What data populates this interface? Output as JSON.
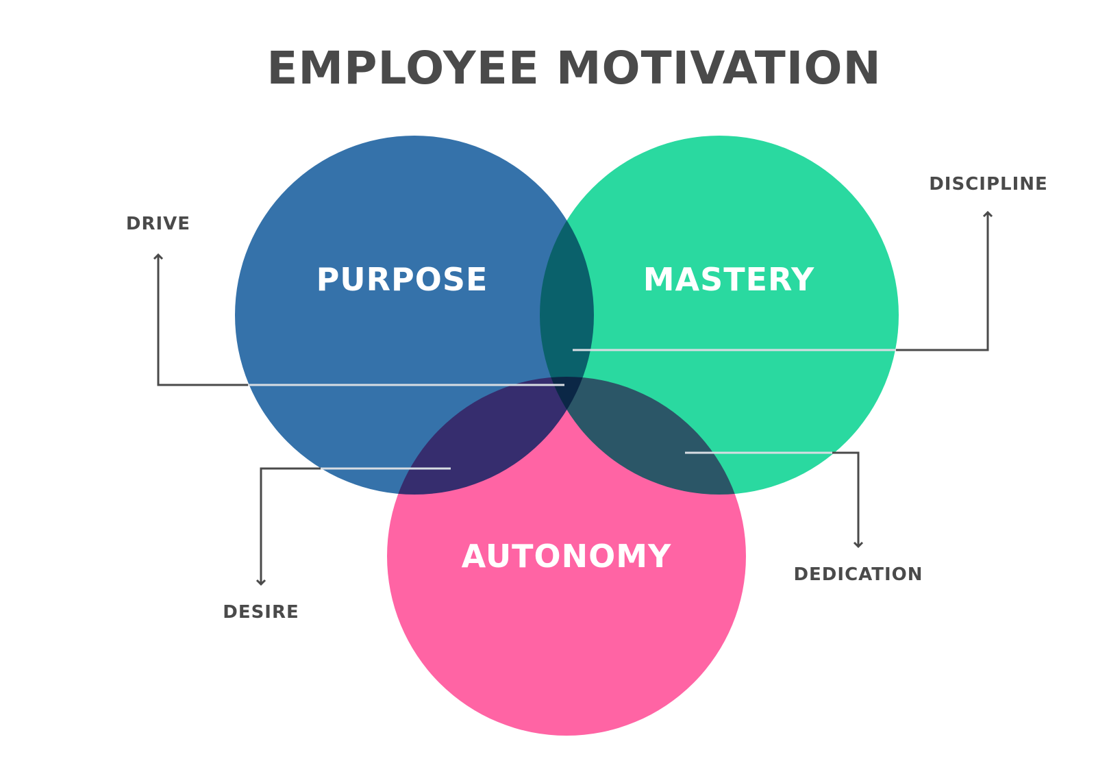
{
  "title": "EMPLOYEE MOTIVATION",
  "circles": {
    "purpose": {
      "label": "PURPOSE",
      "color": "#2a6aa5"
    },
    "mastery": {
      "label": "MASTERY",
      "color": "#1fd79b"
    },
    "autonomy": {
      "label": "AUTONOMY",
      "color": "#ff5c9f"
    }
  },
  "callouts": {
    "drive": "DRIVE",
    "discipline": "DISCIPLINE",
    "desire": "DESIRE",
    "dedication": "DEDICATION"
  },
  "colors": {
    "text": "#4a4a4a",
    "leader_line": "#4a4a4a",
    "inner_line": "#d8dde3"
  }
}
